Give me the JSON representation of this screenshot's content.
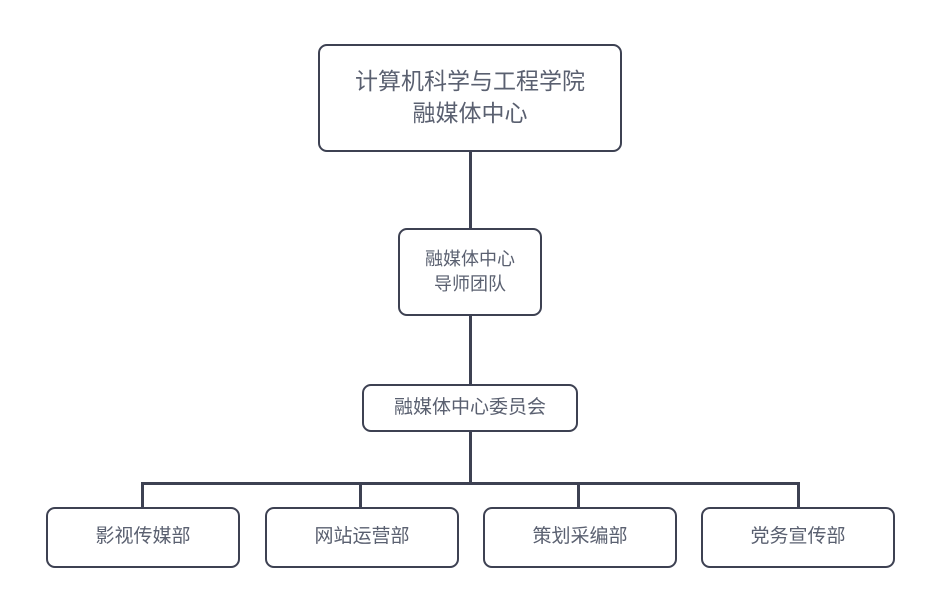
{
  "diagram": {
    "type": "organization-chart",
    "orientation": "top-down",
    "colors": {
      "border": "#3d4152",
      "text": "#5a6070",
      "fill": "#ffffff",
      "connector": "#3d4152",
      "background": "#ffffff"
    },
    "root": {
      "id": "root",
      "line1": "计算机科学与工程学院",
      "line2": "融媒体中心"
    },
    "mentor": {
      "id": "mentor-team",
      "line1": "融媒体中心",
      "line2": "导师团队"
    },
    "committee": {
      "id": "committee",
      "line1": "融媒体中心委员会"
    },
    "departments": [
      {
        "id": "film-media-dept",
        "label": "影视传媒部"
      },
      {
        "id": "website-ops-dept",
        "label": "网站运营部"
      },
      {
        "id": "planning-editing-dept",
        "label": "策划采编部"
      },
      {
        "id": "party-affairs-publicity-dept",
        "label": "党务宣传部"
      }
    ]
  }
}
